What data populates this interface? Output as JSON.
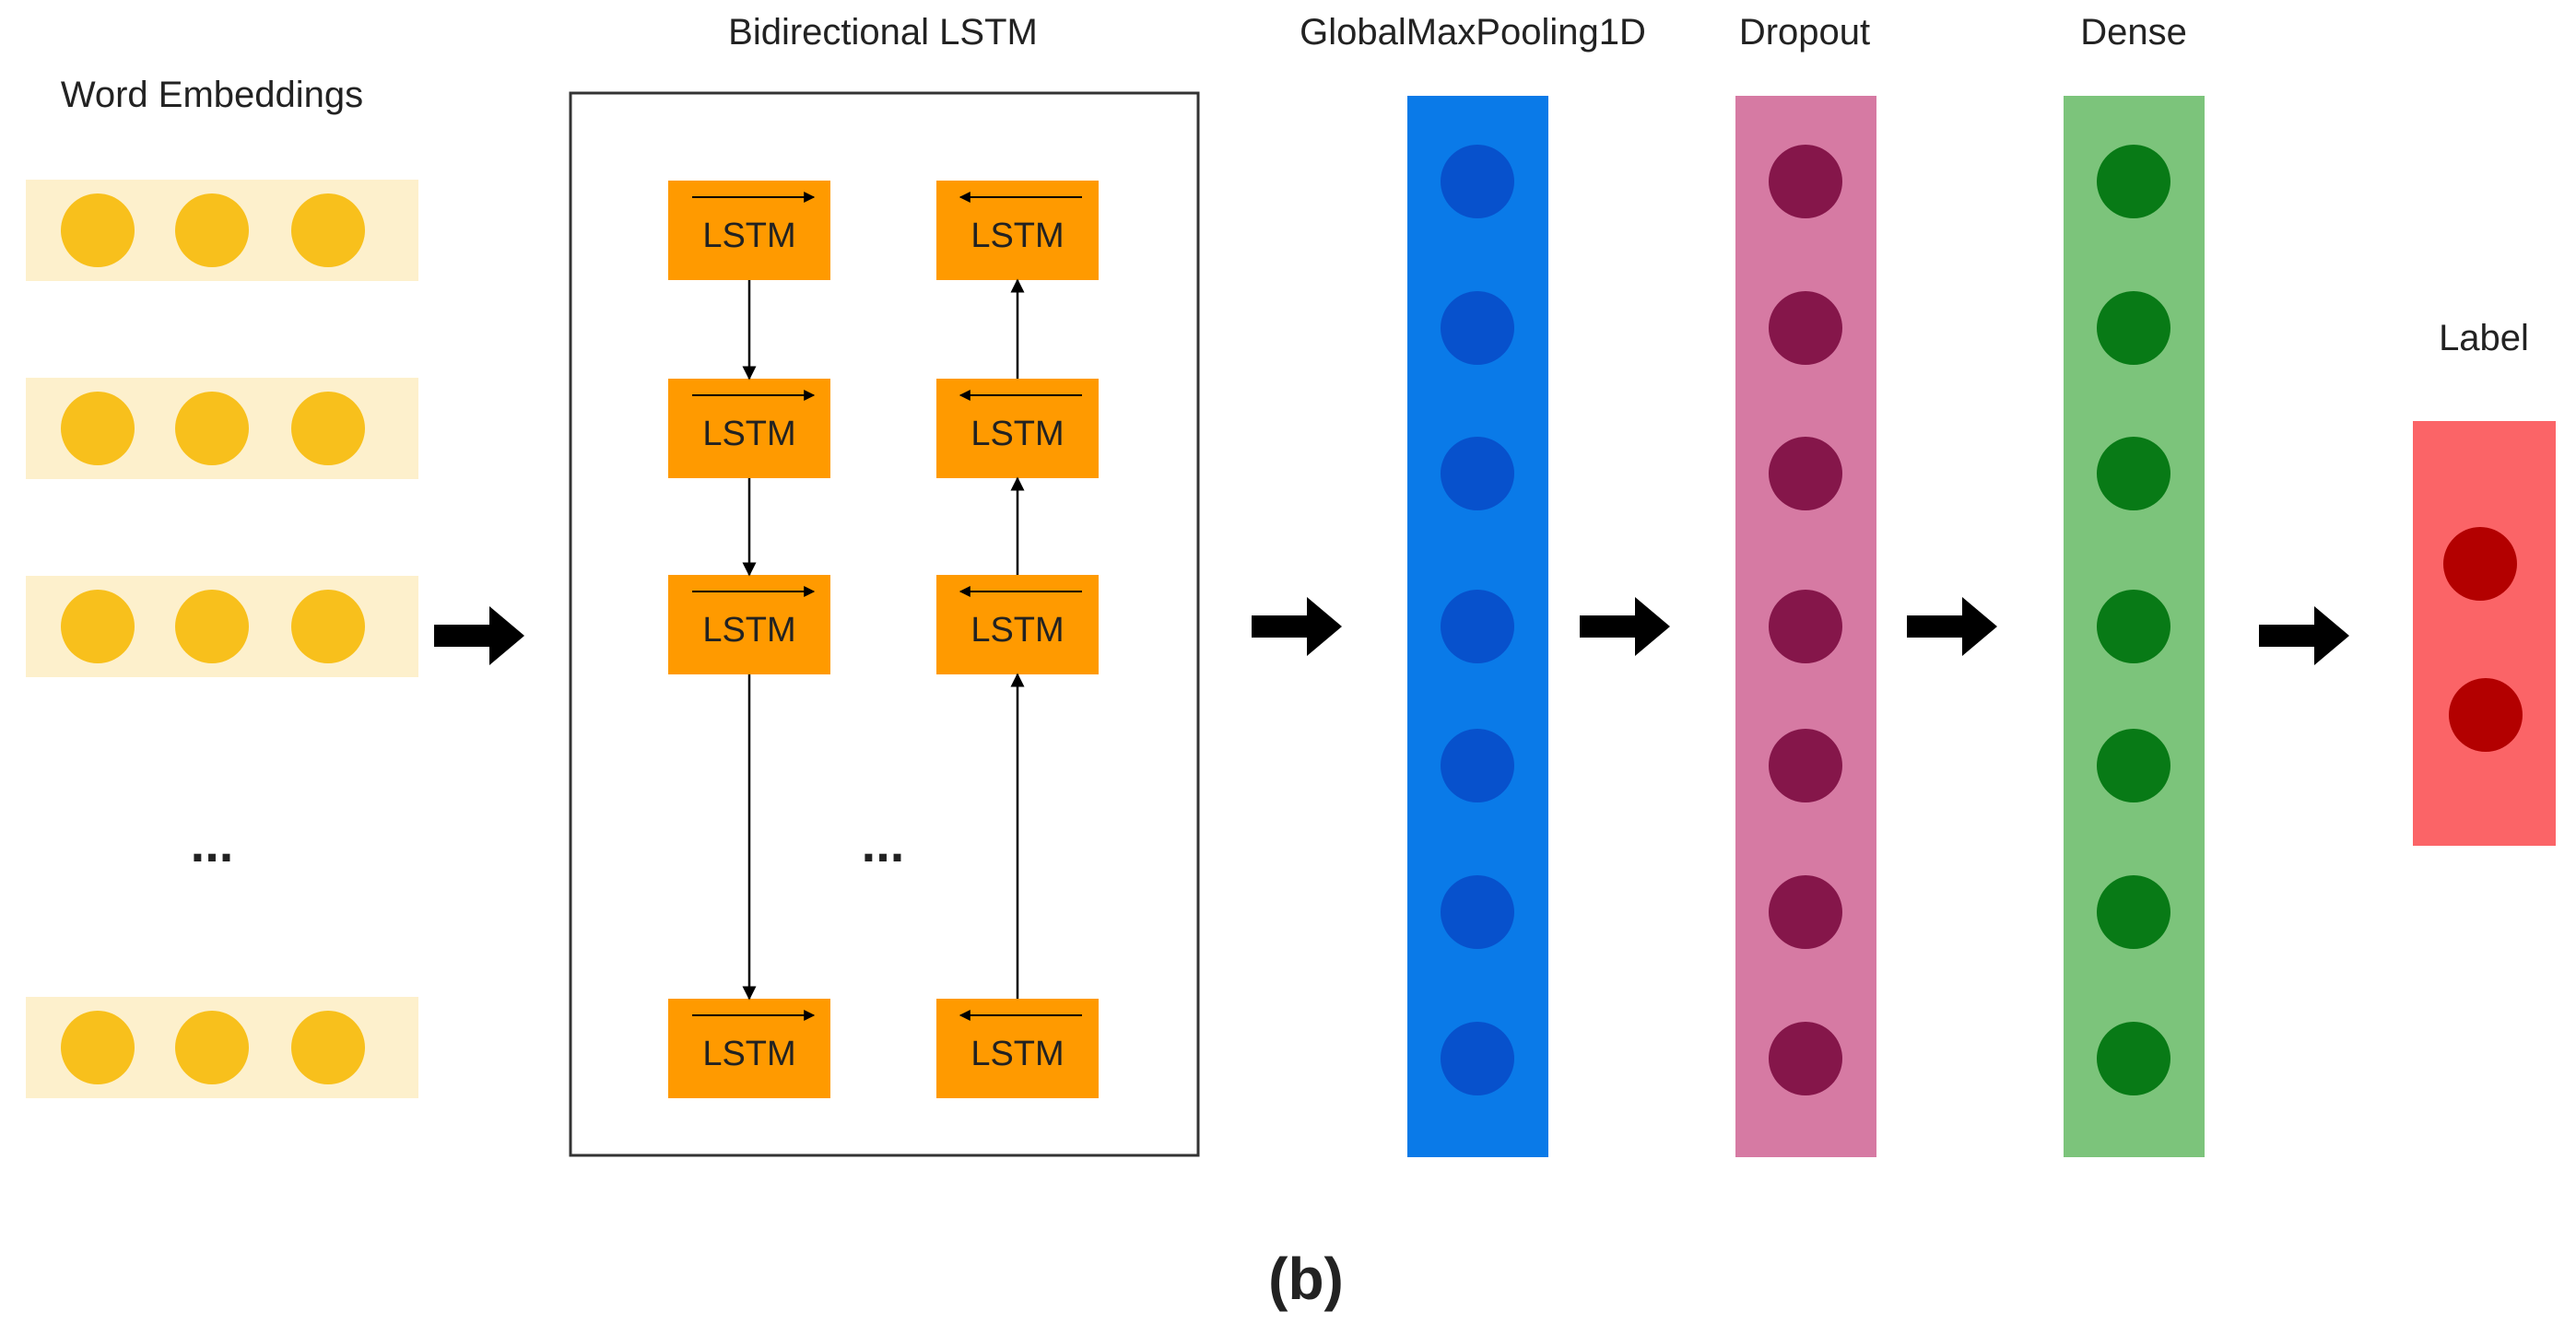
{
  "titles": {
    "embeddings": "Word Embeddings",
    "bilstm": "Bidirectional LSTM",
    "pooling": "GlobalMaxPooling1D",
    "dropout": "Dropout",
    "dense": "Dense",
    "label": "Label"
  },
  "lstm_cell_label": "LSTM",
  "ellipsis": "...",
  "caption": "(b)",
  "colors": {
    "embedding_band": "#fdf0cc",
    "embedding_dot": "#f8c01c",
    "lstm_cell": "#ff9a00",
    "pooling_fill": "#0a7ae8",
    "pooling_dot": "#0751cc",
    "dropout_fill": "#d67aa3",
    "dropout_dot": "#85164a",
    "dense_fill": "#7cc47b",
    "dense_dot": "#087a16",
    "label_fill": "#fb6467",
    "label_dot": "#b30000"
  }
}
